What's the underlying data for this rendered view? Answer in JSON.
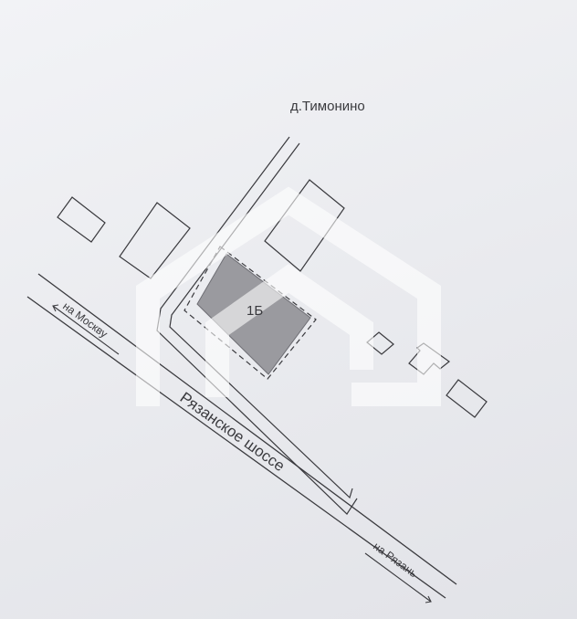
{
  "map": {
    "village_label": "д.Тимонино",
    "plot_label": "1Б",
    "road_label": "Рязанское шоссе",
    "direction_moscow": "на Москву",
    "direction_ryazan": "на Рязань"
  },
  "colors": {
    "paper": "#ecedf1",
    "ink": "#3a3a3e",
    "building_fill": "#9a9a9f",
    "watermark": "#ffffff"
  },
  "icons": {
    "watermark": "house-logo-watermark",
    "arrow_left": "arrow-left-icon",
    "arrow_right": "arrow-right-icon"
  }
}
